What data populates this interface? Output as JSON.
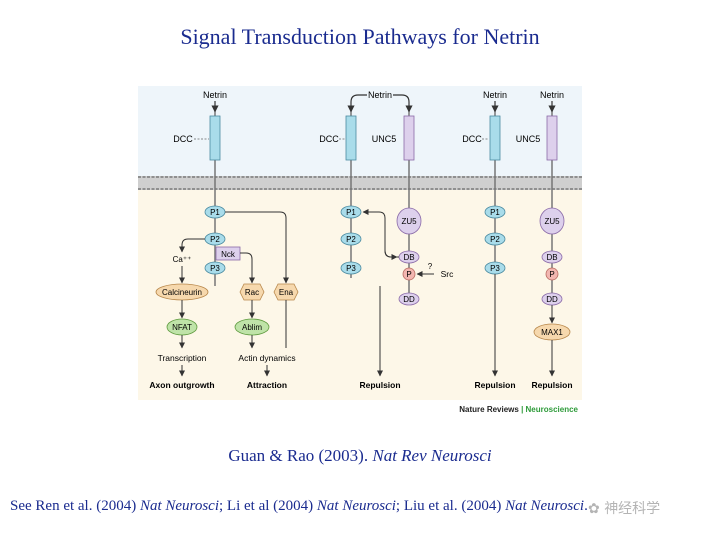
{
  "slide": {
    "title": "Signal Transduction Pathways for Netrin",
    "citation_authors": "Guan & Rao (2003). ",
    "citation_journal": "Nat Rev Neurosci",
    "refs": {
      "prefix": "See Ren et al. (2004) ",
      "journal1": "Nat Neurosci",
      "mid1": "; Li et al (2004) ",
      "journal2": "Nat Neurosci",
      "mid2": "; Liu et al. (2004) ",
      "journal3": "Nat Neurosci",
      "suffix": "."
    },
    "watermark_text": "神经科学"
  },
  "diagram": {
    "netrin_label": "Netrin",
    "dcc_label": "DCC",
    "unc5_label": "UNC5",
    "p1": "P1",
    "p2": "P2",
    "p3": "P3",
    "zu5": "ZU5",
    "db": "DB",
    "p": "P",
    "dd": "DD",
    "nck": "Nck",
    "ca": "Ca⁺⁺",
    "calcineurin": "Calcineurin",
    "nfat": "NFAT",
    "transcription": "Transcription",
    "rac": "Rac",
    "ena": "Ena",
    "ablim": "Ablim",
    "actin": "Actin dynamics",
    "src": "Src",
    "question": "?",
    "max1": "MAX1",
    "outcome_axon": "Axon outgrowth",
    "outcome_attraction": "Attraction",
    "outcome_repulsion": "Repulsion",
    "credit_journal": "Nature Reviews",
    "credit_sep": " | ",
    "credit_field": "Neuroscience",
    "colors": {
      "title": "#1a2b8f",
      "dcc_fill": "#a9dcea",
      "unc5_fill": "#ddd0ec",
      "extracellular_bg": "#eef5fa",
      "intracellular_bg": "#fdf7e8",
      "membrane": "#9a9a9a",
      "calcineurin": "#f6d8ad",
      "green_node": "#bfe3a8",
      "p_badge": "#f2b6b0",
      "neuro_green": "#2e9b3a"
    }
  }
}
